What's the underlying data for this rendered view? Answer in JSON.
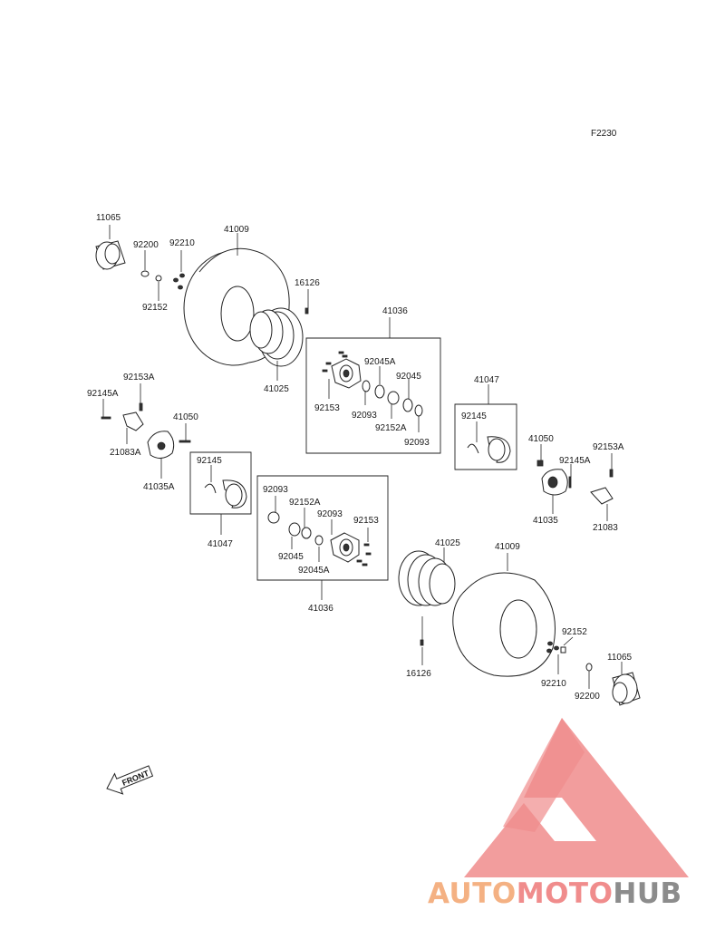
{
  "figure_code": "F2230",
  "front_label": "FRONT",
  "watermark": {
    "part1": "AUTO",
    "part2": "MOTO",
    "part3": "HUB",
    "colors": {
      "auto": "#f4b183",
      "moto": "#f08c8c",
      "hub": "#8c8c8c",
      "triangle": "#f08c8c"
    }
  },
  "labels": {
    "p11065_top": "11065",
    "p92200_top": "92200",
    "p92210_top": "92210",
    "p92152_top": "92152",
    "p41009_top": "41009",
    "p16126_top": "16126",
    "p41025_top": "41025",
    "p41036_top": "41036",
    "p92045a_top": "92045A",
    "p92045_top": "92045",
    "p92153_top": "92153",
    "p92093_top_a": "92093",
    "p92152a_top": "92152A",
    "p92093_top_b": "92093",
    "p92153a_left": "92153A",
    "p92145a_left": "92145A",
    "p21083a_left": "21083A",
    "p41050_left": "41050",
    "p41035a_left": "41035A",
    "p92145_left": "92145",
    "p41047_left": "41047",
    "p41047_right": "41047",
    "p92145_right": "92145",
    "p41050_right": "41050",
    "p92145a_right": "92145A",
    "p92153a_right": "92153A",
    "p41035_right": "41035",
    "p21083_right": "21083",
    "p92093_bot_a": "92093",
    "p92152a_bot": "92152A",
    "p92093_bot_b": "92093",
    "p92153_bot": "92153",
    "p92045_bot": "92045",
    "p92045a_bot": "92045A",
    "p41036_bot": "41036",
    "p41025_bot": "41025",
    "p41009_bot": "41009",
    "p16126_bot": "16126",
    "p92152_bot": "92152",
    "p11065_bot": "11065",
    "p92210_bot": "92210",
    "p92200_bot": "92200"
  }
}
